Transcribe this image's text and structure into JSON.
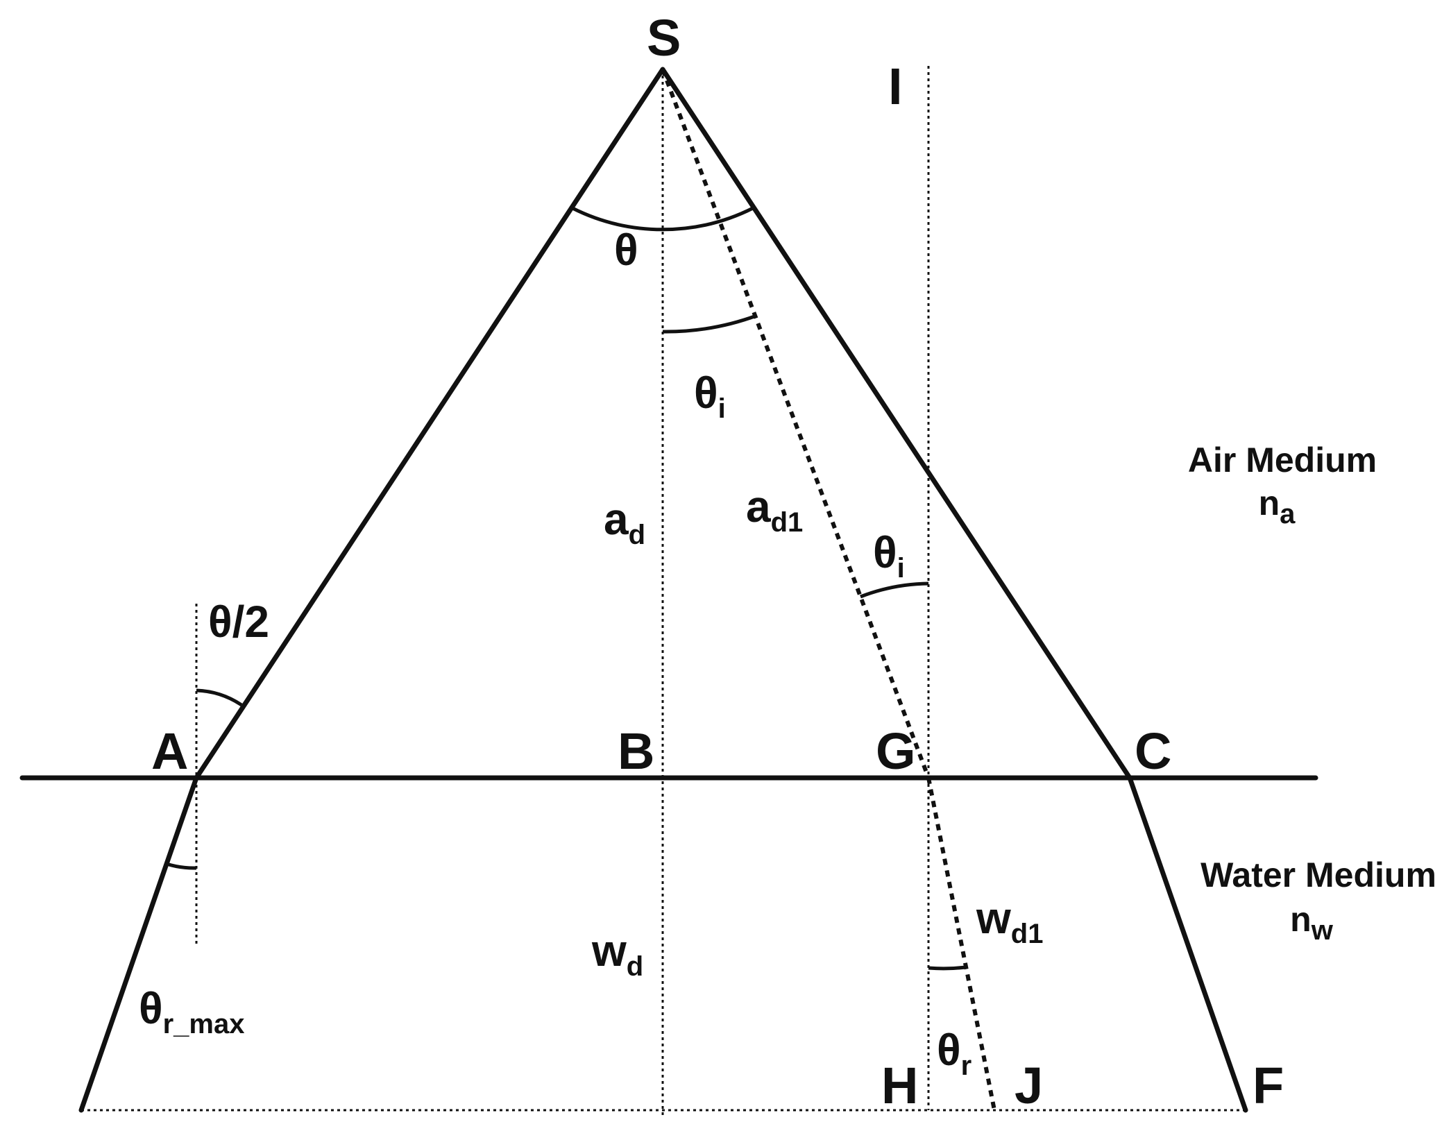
{
  "points": {
    "S": "S",
    "I": "I",
    "A": "A",
    "B": "B",
    "G": "G",
    "C": "C",
    "H": "H",
    "J": "J",
    "F": "F"
  },
  "angles": {
    "theta": "θ",
    "theta_i_base": "θ",
    "theta_i_sub": "i",
    "theta_half": "θ/2",
    "theta_r_max_base": "θ",
    "theta_r_max_sub": "r_max",
    "theta_r_base": "θ",
    "theta_r_sub": "r"
  },
  "distances": {
    "a_d_base": "a",
    "a_d_sub": "d",
    "a_d1_base": "a",
    "a_d1_sub": "d1",
    "w_d_base": "w",
    "w_d_sub": "d",
    "w_d1_base": "w",
    "w_d1_sub": "d1"
  },
  "media": {
    "air_title": "Air Medium",
    "air_index_base": "n",
    "air_index_sub": "a",
    "water_title": "Water Medium",
    "water_index_base": "n",
    "water_index_sub": "w"
  }
}
